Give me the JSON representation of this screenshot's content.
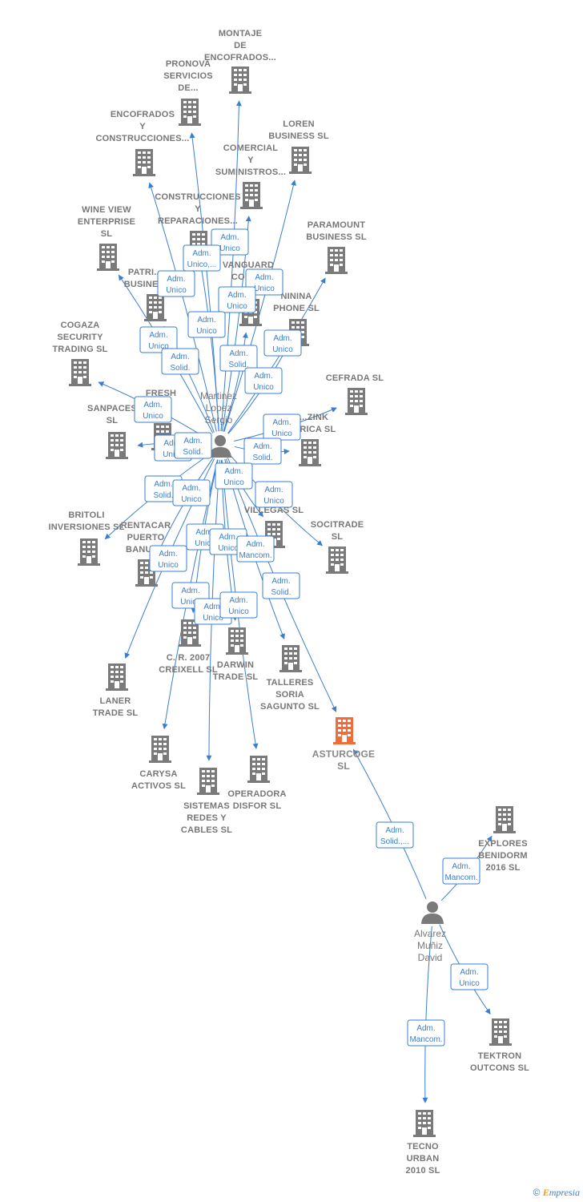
{
  "colors": {
    "edge": "#3a7fcf",
    "building": "#7a7a7a",
    "highlight": "#f26b3a",
    "person": "#7a7a7a",
    "label": "#777777"
  },
  "footer": {
    "copyright": "©",
    "brand_first": "E",
    "brand_rest": "mpresia"
  },
  "people": [
    {
      "id": "p1",
      "lines": [
        "Martinez",
        "Lopez",
        "Sergio"
      ]
    },
    {
      "id": "p2",
      "lines": [
        "Alvarez",
        "Muñiz",
        "David"
      ]
    }
  ],
  "companies": [
    {
      "id": "c1",
      "lines": [
        "MONTAJE",
        "DE",
        "ENCOFRADOS..."
      ]
    },
    {
      "id": "c2",
      "lines": [
        "PRONOVA",
        "SERVICIOS",
        "DE..."
      ]
    },
    {
      "id": "c3",
      "lines": [
        "ENCOFRADOS",
        "Y",
        "CONSTRUCCIONES..."
      ]
    },
    {
      "id": "c4",
      "lines": [
        "LOREN",
        "BUSINESS  SL"
      ]
    },
    {
      "id": "c5",
      "lines": [
        "COMERCIAL",
        "Y",
        "SUMINISTROS..."
      ]
    },
    {
      "id": "c6",
      "lines": [
        "CONSTRUCCIONES",
        "Y",
        "REPARACIONES..."
      ]
    },
    {
      "id": "c7",
      "lines": [
        "WINE VIEW",
        "ENTERPRISE",
        "SL"
      ]
    },
    {
      "id": "c8",
      "lines": [
        "PARAMOUNT",
        "BUSINESS SL"
      ]
    },
    {
      "id": "c9",
      "lines": [
        "VANGUARD",
        "CONS..."
      ]
    },
    {
      "id": "c10",
      "lines": [
        "PATRI...",
        "BUSINE..."
      ]
    },
    {
      "id": "c11",
      "lines": [
        "NININA",
        "PHONE  SL"
      ]
    },
    {
      "id": "c12",
      "lines": [
        "COGAZA",
        "SECURITY",
        "TRADING SL"
      ]
    },
    {
      "id": "c13",
      "lines": [
        "CEFRADA SL"
      ]
    },
    {
      "id": "c14",
      "lines": [
        "FRESH",
        "...D",
        "SL"
      ]
    },
    {
      "id": "c15",
      "lines": [
        "SANPACES",
        "SL"
      ]
    },
    {
      "id": "c16",
      "lines": [
        "...ZINK",
        "...RICA SL"
      ]
    },
    {
      "id": "c17",
      "lines": [
        "BRITOLI",
        "INVERSIONES SL"
      ]
    },
    {
      "id": "c18",
      "lines": [
        "RENTACAR",
        "PUERTO",
        "BANUS..."
      ]
    },
    {
      "id": "c19",
      "lines": [
        "...NS",
        "...LL &",
        "VILLEGAS SL"
      ]
    },
    {
      "id": "c20",
      "lines": [
        "SOCITRADE",
        "SL"
      ]
    },
    {
      "id": "c21",
      "lines": [
        "C. R. 2007",
        "CREIXELL SL"
      ]
    },
    {
      "id": "c22",
      "lines": [
        "DARWIN",
        "TRADE  SL"
      ]
    },
    {
      "id": "c23",
      "lines": [
        "TALLERES",
        "SORIA",
        "SAGUNTO  SL"
      ]
    },
    {
      "id": "c24",
      "lines": [
        "LANER",
        "TRADE  SL"
      ]
    },
    {
      "id": "c25",
      "lines": [
        "ASTURCOGE",
        "SL"
      ]
    },
    {
      "id": "c26",
      "lines": [
        "CARYSA",
        "ACTIVOS  SL"
      ]
    },
    {
      "id": "c27",
      "lines": [
        "OPERADORA",
        "DISFOR  SL"
      ]
    },
    {
      "id": "c28",
      "lines": [
        "SISTEMAS",
        "REDES Y",
        "CABLES  SL"
      ]
    },
    {
      "id": "c29",
      "lines": [
        "EXPLORES",
        "BENIDORM",
        "2016  SL"
      ]
    },
    {
      "id": "c30",
      "lines": [
        "TEKTRON",
        "OUTCONS SL"
      ]
    },
    {
      "id": "c31",
      "lines": [
        "TECNO",
        "URBAN",
        "2010 SL"
      ]
    }
  ],
  "edge_labels": [
    {
      "id": "e1",
      "lines": [
        "Adm.",
        "Unico"
      ]
    },
    {
      "id": "e2",
      "lines": [
        "Adm.",
        "Unico,..."
      ]
    },
    {
      "id": "e3",
      "lines": [
        "Adm.",
        "Unico"
      ]
    },
    {
      "id": "e4",
      "lines": [
        "Adm.",
        "Unico"
      ]
    },
    {
      "id": "e5",
      "lines": [
        "Adm.",
        "Unico"
      ]
    },
    {
      "id": "e6",
      "lines": [
        "Adm.",
        "Unico"
      ]
    },
    {
      "id": "e7",
      "lines": [
        "Adm.",
        "Unico"
      ]
    },
    {
      "id": "e8",
      "lines": [
        "Adm.",
        "Unico"
      ]
    },
    {
      "id": "e9",
      "lines": [
        "Adm.",
        "Solid."
      ]
    },
    {
      "id": "e10",
      "lines": [
        "Adm.",
        "Solid."
      ]
    },
    {
      "id": "e11",
      "lines": [
        "Adm.",
        "Unico"
      ]
    },
    {
      "id": "e12",
      "lines": [
        "Adm.",
        "Unico"
      ]
    },
    {
      "id": "e13",
      "lines": [
        "Adm.",
        "Unico"
      ]
    },
    {
      "id": "e14",
      "lines": [
        "Adm.",
        "Unico"
      ]
    },
    {
      "id": "e15",
      "lines": [
        "Adm.",
        "Solid."
      ]
    },
    {
      "id": "e16",
      "lines": [
        "Adm.",
        "Solid."
      ]
    },
    {
      "id": "e17",
      "lines": [
        "Adm.",
        "Unico"
      ]
    },
    {
      "id": "e18",
      "lines": [
        "Adm.",
        "Solid."
      ]
    },
    {
      "id": "e19",
      "lines": [
        "Adm.",
        "Unico"
      ]
    },
    {
      "id": "e20",
      "lines": [
        "Adm.",
        "Unico"
      ]
    },
    {
      "id": "e21",
      "lines": [
        "Adm.",
        "Unico"
      ]
    },
    {
      "id": "e22",
      "lines": [
        "Adm.",
        "Unico"
      ]
    },
    {
      "id": "e23",
      "lines": [
        "Adm.",
        "Mancom."
      ]
    },
    {
      "id": "e24",
      "lines": [
        "Adm.",
        "Unico"
      ]
    },
    {
      "id": "e25",
      "lines": [
        "Adm.",
        "Solid."
      ]
    },
    {
      "id": "e26",
      "lines": [
        "Adm.",
        "Unico"
      ]
    },
    {
      "id": "e27",
      "lines": [
        "Adm.",
        "Unico"
      ]
    },
    {
      "id": "e28",
      "lines": [
        "Adm.",
        "Unico"
      ]
    },
    {
      "id": "e29",
      "lines": [
        "Adm.",
        "Solid.,..."
      ]
    },
    {
      "id": "e30",
      "lines": [
        "Adm.",
        "Mancom."
      ]
    },
    {
      "id": "e31",
      "lines": [
        "Adm.",
        "Unico"
      ]
    },
    {
      "id": "e32",
      "lines": [
        "Adm.",
        "Mancom."
      ]
    }
  ]
}
